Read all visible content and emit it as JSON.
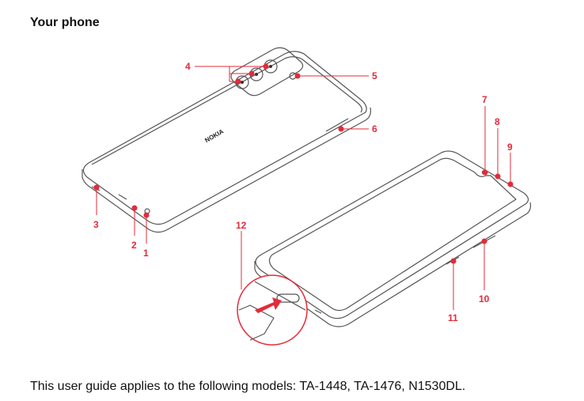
{
  "heading": "Your phone",
  "brand_logo": "NOKIA",
  "callouts": [
    "1",
    "2",
    "3",
    "4",
    "5",
    "6",
    "7",
    "8",
    "9",
    "10",
    "11",
    "12"
  ],
  "footer_text": "This user guide applies to the following models: TA-1448, TA-1476, N1530DL.",
  "colors": {
    "accent": "#e32b3a",
    "line": "#555555"
  }
}
